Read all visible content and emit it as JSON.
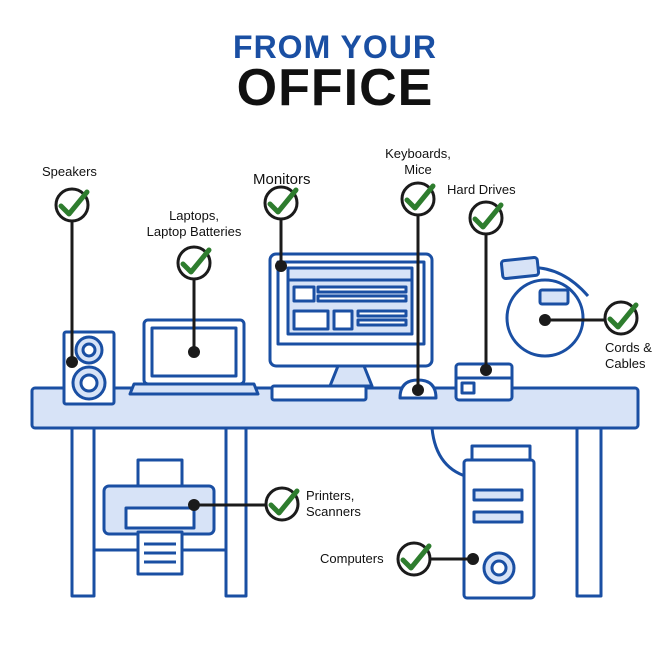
{
  "title": {
    "line1": "FROM YOUR",
    "line2": "OFFICE"
  },
  "colors": {
    "blue": "#1a4fa3",
    "light": "#d7e3f7",
    "dark": "#1b1b1b",
    "check": "#2e7d2e"
  },
  "labels": {
    "speakers": "Speakers",
    "laptops": [
      "Laptops,",
      "Laptop Batteries"
    ],
    "monitors": "Monitors",
    "keyboards": [
      "Keyboards,",
      "Mice"
    ],
    "hard_drives": "Hard Drives",
    "cords": [
      "Cords &",
      "Cables"
    ],
    "printers": [
      "Printers,",
      "Scanners"
    ],
    "computers": "Computers"
  }
}
